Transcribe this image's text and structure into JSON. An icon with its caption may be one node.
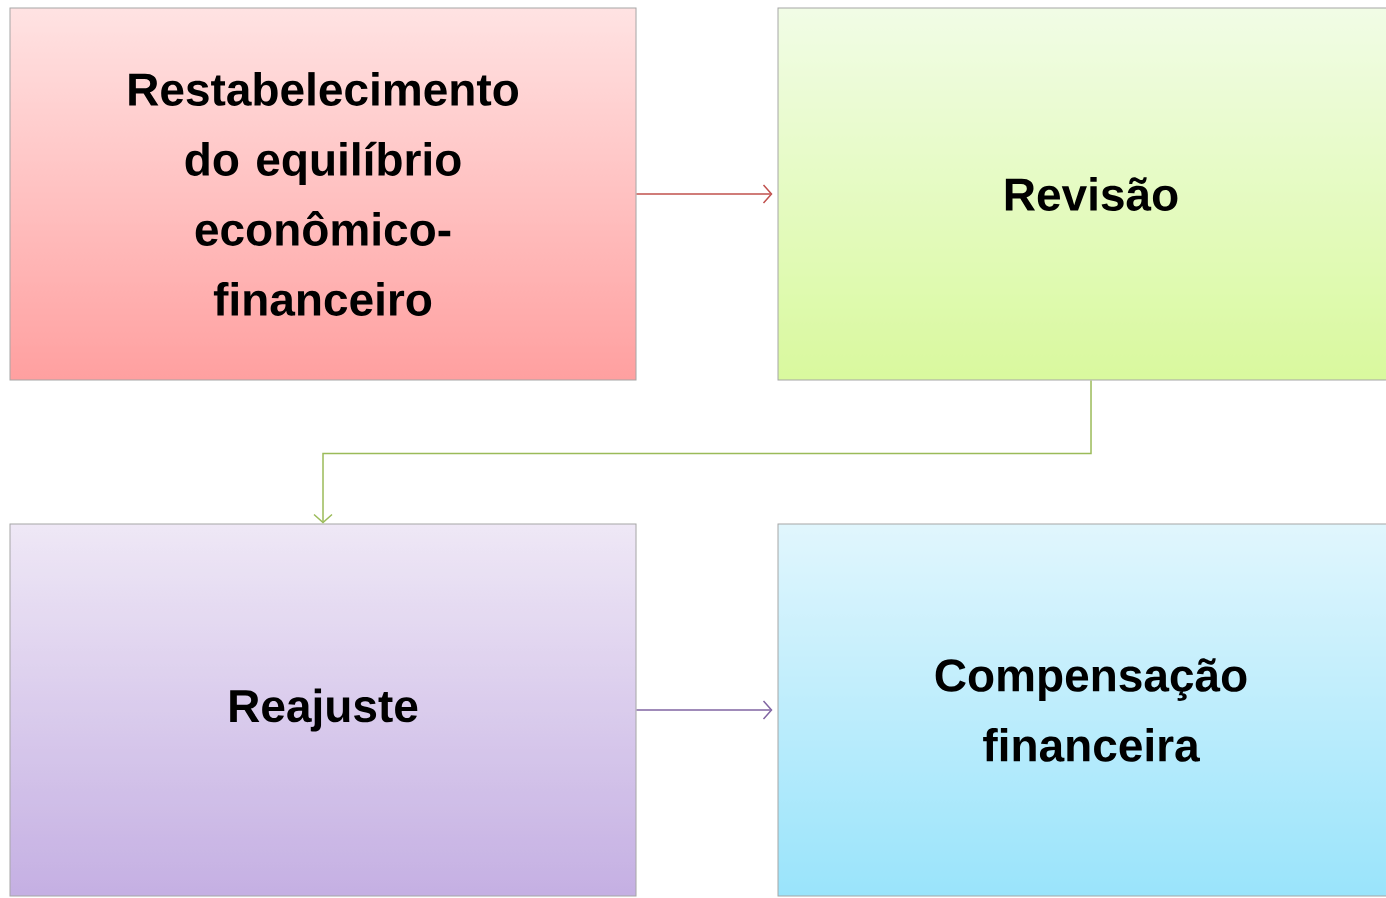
{
  "diagram": {
    "nodes": [
      {
        "text": [
          "Restabelecimento do equilíbrio econômico-financeiro"
        ]
      },
      {
        "text": [
          "Revisão"
        ]
      },
      {
        "text": [
          "Reajuste"
        ]
      },
      {
        "text": [
          "Compensação financeira"
        ]
      }
    ],
    "edges": [
      {
        "from": 0,
        "to": 1,
        "arrow": "to",
        "color": "#c0504d"
      },
      {
        "from": 1,
        "to": 2,
        "arrow": "to",
        "color": "#9bbb59"
      },
      {
        "from": 2,
        "to": 3,
        "arrow": "to",
        "color": "#8064a2"
      }
    ]
  }
}
